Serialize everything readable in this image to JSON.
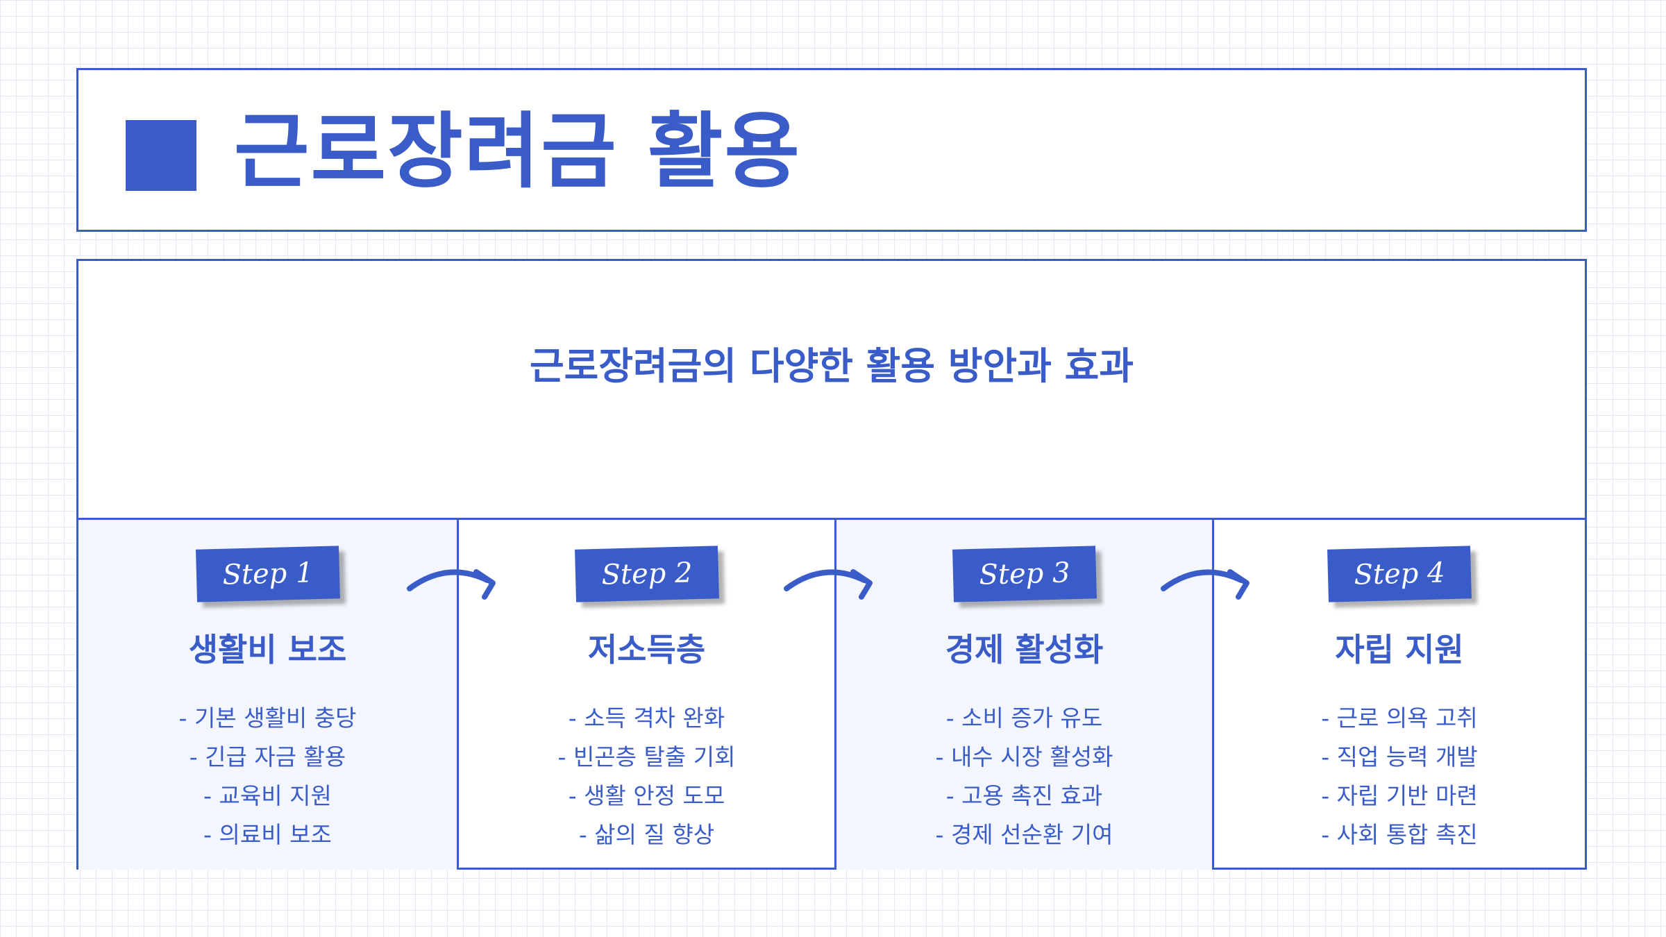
{
  "title": "근로장려금 활용",
  "subtitle": "근로장려금의 다양한 활용 방안과 효과",
  "steps": [
    {
      "tag": "Step 1",
      "heading": "생활비 보조",
      "items": [
        "- 기본 생활비 충당",
        "- 긴급 자금 활용",
        "- 교육비 지원",
        "- 의료비 보조"
      ]
    },
    {
      "tag": "Step 2",
      "heading": "저소득층",
      "items": [
        "- 소득 격차 완화",
        "- 빈곤층 탈출 기회",
        "- 생활 안정 도모",
        "- 삶의 질 향상"
      ]
    },
    {
      "tag": "Step 3",
      "heading": "경제 활성화",
      "items": [
        "- 소비 증가 유도",
        "- 내수 시장 활성화",
        "- 고용 촉진 효과",
        "- 경제 선순환 기여"
      ]
    },
    {
      "tag": "Step 4",
      "heading": "자립 지원",
      "items": [
        "- 근로 의욕 고취",
        "- 직업 능력 개발",
        "- 자립 기반 마련",
        "- 사회 통합 촉진"
      ]
    }
  ],
  "colors": {
    "accent": "#3a5cc8",
    "panel_shade": "#f3f7fd",
    "grid": "#e2e9f2"
  },
  "icons": [
    "title-square-icon",
    "curved-arrow-right-icon"
  ]
}
